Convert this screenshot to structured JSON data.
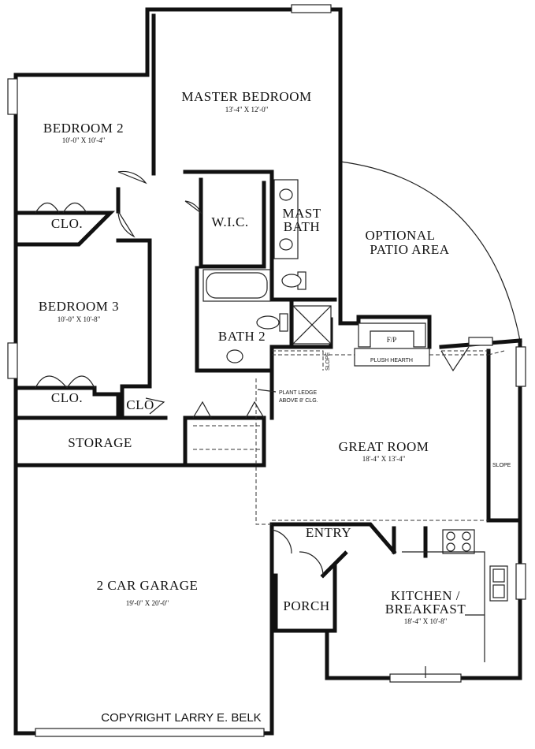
{
  "rooms": {
    "master_bedroom": {
      "name": "MASTER BEDROOM",
      "dims": "13'-4\" X 12'-0\""
    },
    "bedroom2": {
      "name": "BEDROOM 2",
      "dims": "10'-0\" X 10'-4\""
    },
    "bedroom3": {
      "name": "BEDROOM 3",
      "dims": "10'-0\" X 10'-8\""
    },
    "great_room": {
      "name": "GREAT ROOM",
      "dims": "18'-4\" X 13'-4\""
    },
    "kitchen": {
      "name_line1": "KITCHEN /",
      "name_line2": "BREAKFAST",
      "dims": "18'-4\" X 10'-8\""
    },
    "garage": {
      "name": "2 CAR GARAGE",
      "dims": "19'-0\" X 20'-0\""
    }
  },
  "labels": {
    "wic": "W.I.C.",
    "mast_bath_line1": "MAST",
    "mast_bath_line2": "BATH",
    "optional_patio_line1": "OPTIONAL",
    "optional_patio_line2": "PATIO AREA",
    "bath2": "BATH 2",
    "clo_upper": "CLO.",
    "clo_lower": "CLO.",
    "clo_hall": "CLO",
    "storage": "STORAGE",
    "entry": "ENTRY",
    "porch": "PORCH",
    "fp": "F/P",
    "plush_hearth": "PLUSH HEARTH",
    "slope_left": "SLOPE",
    "slope_right": "SLOPE",
    "plant_ledge_line1": "PLANT LEDGE",
    "plant_ledge_line2": "ABOVE 8' CLG.",
    "copyright": "COPYRIGHT LARRY E. BELK"
  }
}
